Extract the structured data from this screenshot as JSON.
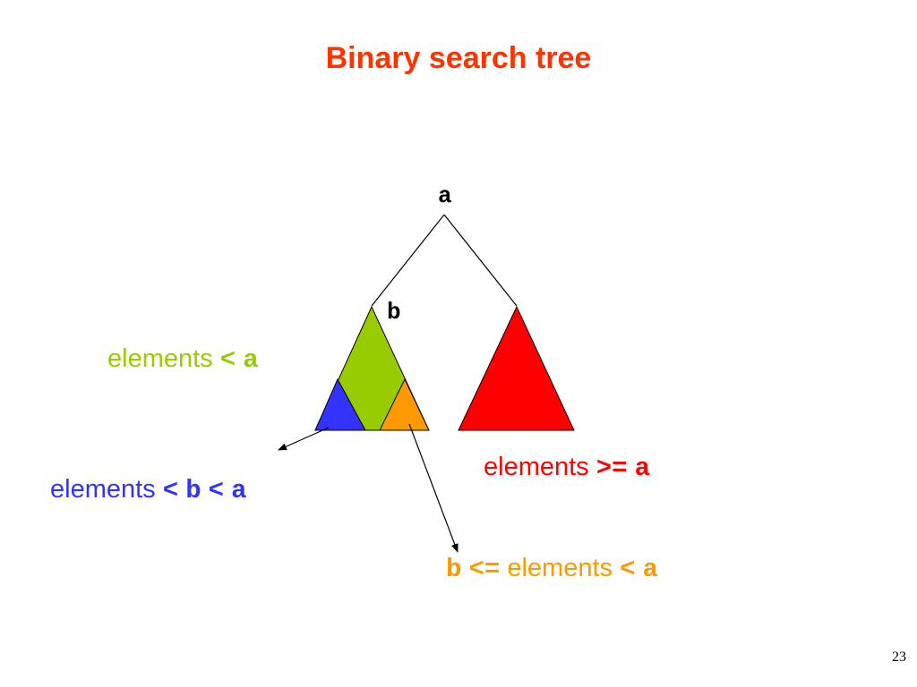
{
  "title": "Binary search tree",
  "nodes": {
    "root": "a",
    "left_child": "b"
  },
  "labels": {
    "left_subtree": {
      "word": "elements",
      "op1": "<",
      "var1": "a"
    },
    "right_subtree": {
      "word": "elements",
      "op1": ">=",
      "var1": "a"
    },
    "left_left_subtree": {
      "word": "elements",
      "op1": "<",
      "var1": "b",
      "op2": "<",
      "var2": "a"
    },
    "left_right_subtree": {
      "var0": "b",
      "op0": "<=",
      "word": "elements",
      "op1": "<",
      "var1": "a"
    }
  },
  "page_number": "23",
  "colors": {
    "title": "#ff3300",
    "green": "#99cc00",
    "red": "#ff0000",
    "blue": "#3333ff",
    "orange": "#ff9900",
    "line": "#000000"
  }
}
